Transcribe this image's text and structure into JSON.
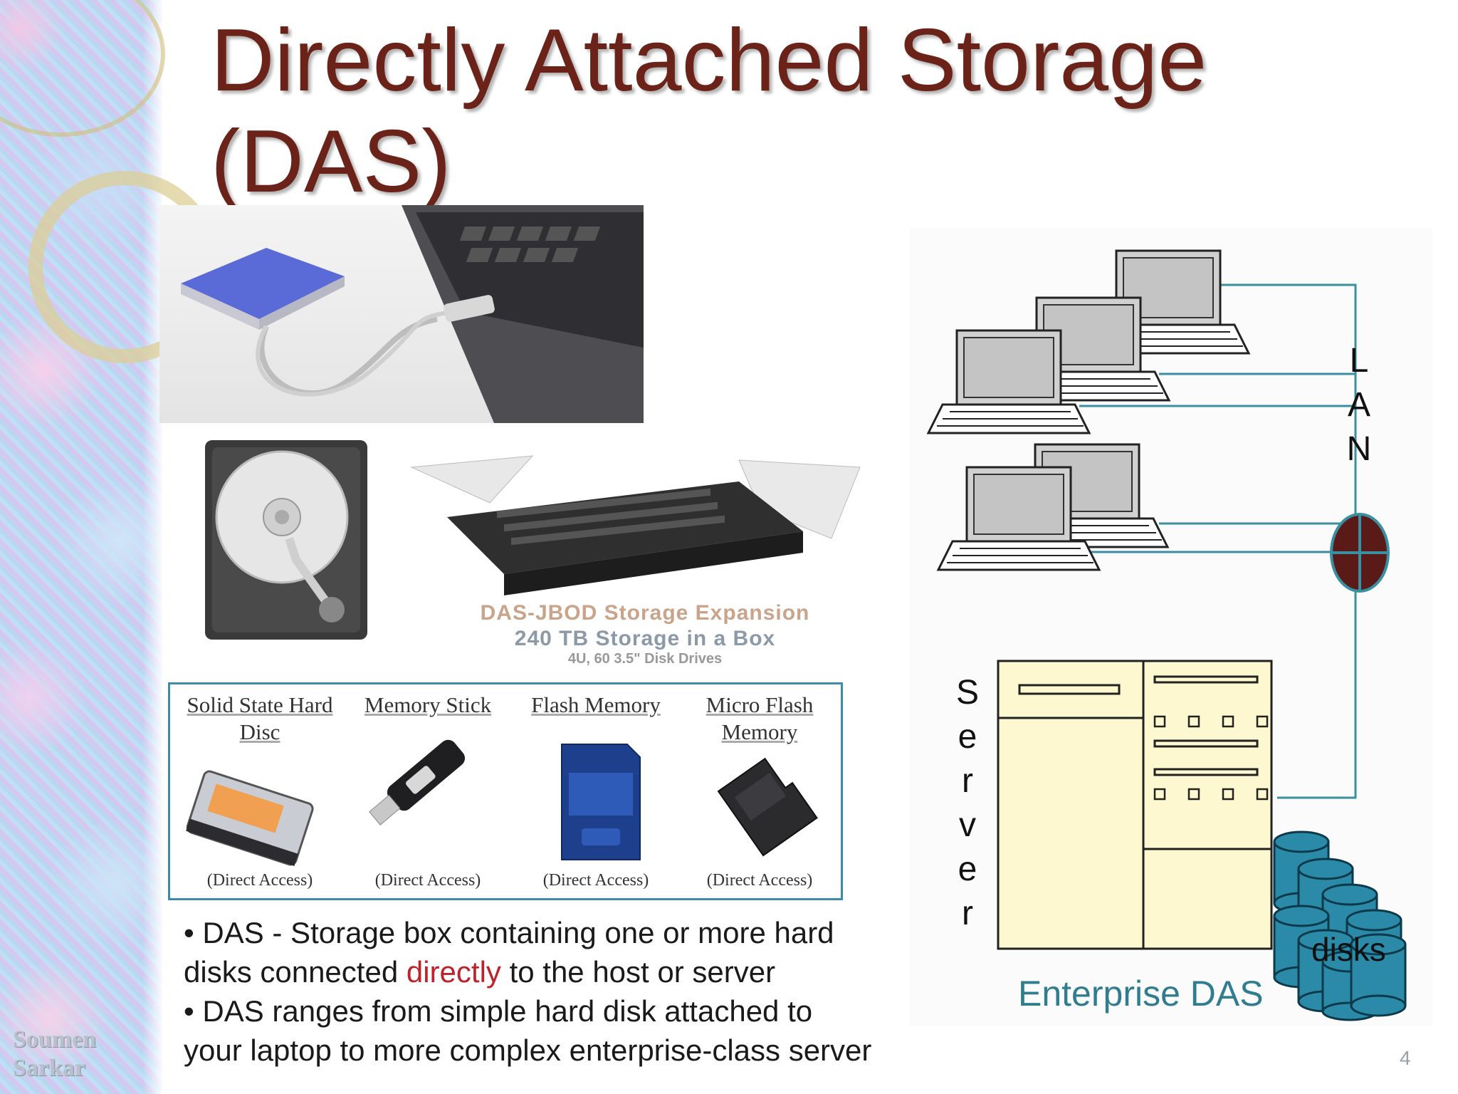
{
  "slide": {
    "title_line1": "Directly Attached Storage",
    "title_line2": "(DAS)",
    "author_line1": "Soumen",
    "author_line2": "Sarkar",
    "slide_number": "4"
  },
  "jbod_caption": {
    "line1": "DAS-JBOD Storage Expansion",
    "line2": "240 TB Storage in a Box",
    "line3": "4U, 60 3.5\" Disk Drives"
  },
  "devices": [
    {
      "name": "Solid State Hard Disc",
      "note": "(Direct Access)",
      "icon": "ssd-card-icon"
    },
    {
      "name": "Memory Stick",
      "note": "(Direct Access)",
      "icon": "usb-stick-icon"
    },
    {
      "name": "Flash Memory",
      "note": "(Direct Access)",
      "icon": "sd-card-icon"
    },
    {
      "name": "Micro Flash Memory",
      "note": "(Direct Access)",
      "icon": "microsd-card-icon"
    }
  ],
  "bullets": {
    "b1_prefix": "•  DAS - Storage box containing one or more hard",
    "b1_line2_before": "disks connected ",
    "b1_highlight": "directly",
    "b1_line2_after": " to the host or server",
    "b2_line1": "•  DAS ranges from simple hard disk attached to",
    "b2_line2": "your laptop to more complex enterprise-class  server"
  },
  "diagram": {
    "lan_label": [
      "L",
      "A",
      "N"
    ],
    "server_label": [
      "S",
      "e",
      "r",
      "v",
      "e",
      "r"
    ],
    "disks_label": "disks",
    "caption": "Enterprise DAS",
    "colors": {
      "line": "#3a8fa0",
      "disk": "#2a8aa8",
      "server_fill": "#fdf8d0",
      "router": "#5a1a18"
    }
  }
}
